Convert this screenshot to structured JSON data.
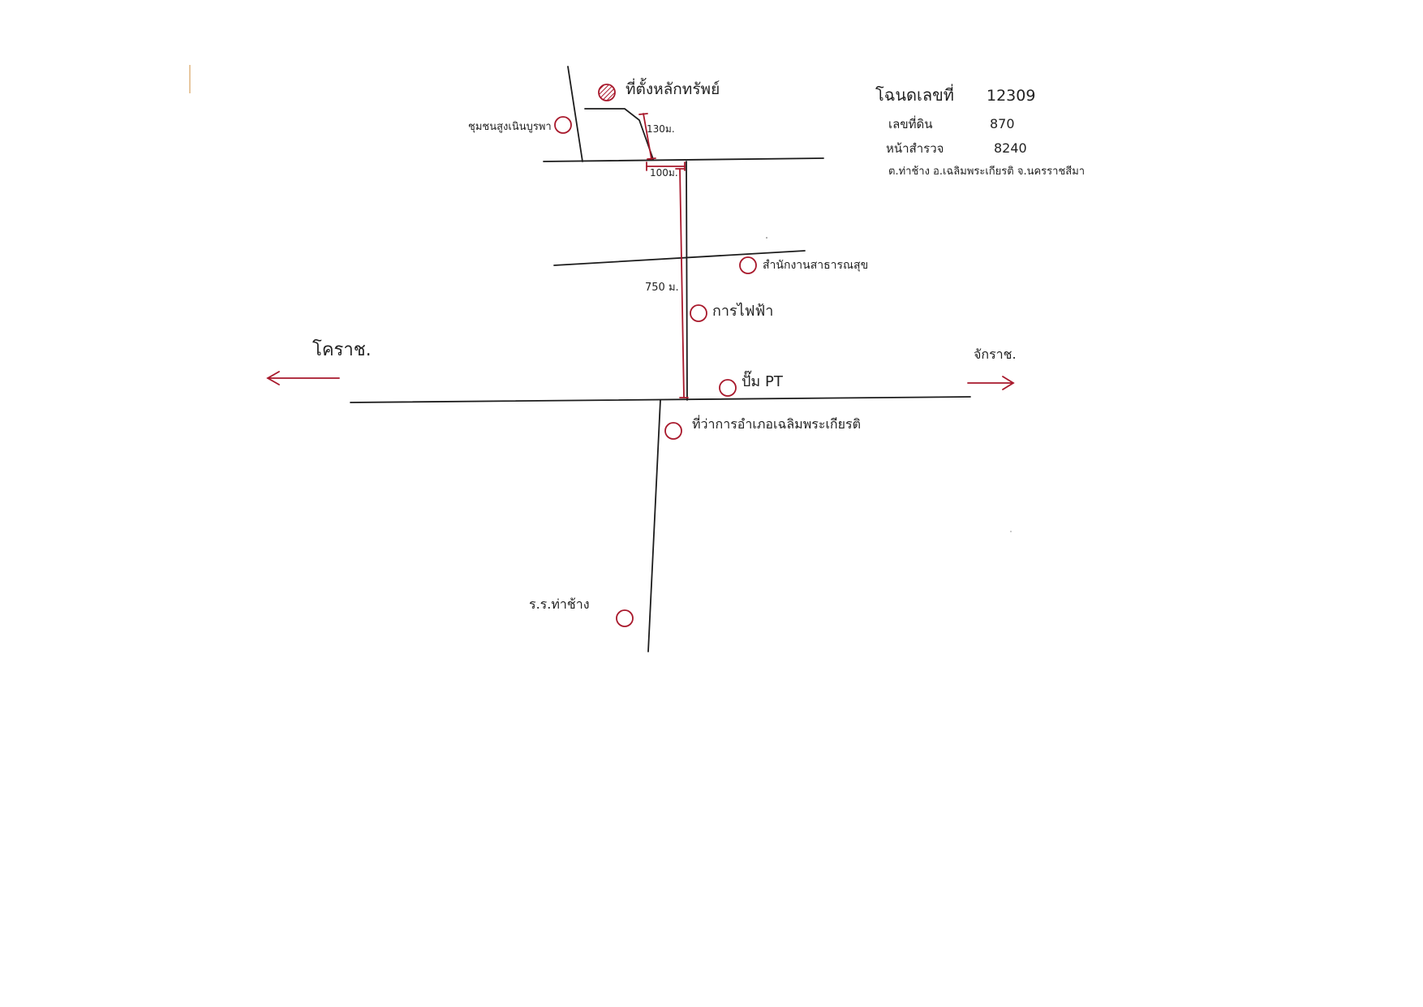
{
  "colors": {
    "marker": "#a8182b",
    "ink": "#1c1c1c",
    "paper": "#ffffff"
  },
  "deed_info": {
    "deed_label": "โฉนดเลขที่",
    "deed_value": "12309",
    "land_no_label": "เลขที่ดิน",
    "land_no_value": "870",
    "survey_label": "หน้าสำรวจ",
    "survey_value": "8240",
    "location": "ต.ท่าช้าง อ.เฉลิมพระเกียรติ จ.นครราชสีมา"
  },
  "property": {
    "label": "ที่ตั้งหลักทรัพย์",
    "icon": "hatched-circle-icon"
  },
  "landmarks": [
    {
      "id": "landmark-community-house",
      "label": "ชุมชนสูงเนินบูรพา",
      "icon": "circle-icon"
    },
    {
      "id": "landmark-public-health",
      "label": "สำนักงานสาธารณสุข",
      "icon": "circle-icon"
    },
    {
      "id": "landmark-electricity",
      "label": "การไฟฟ้า",
      "icon": "circle-icon"
    },
    {
      "id": "landmark-pt-station",
      "label": "ปั๊ม PT",
      "icon": "circle-icon"
    },
    {
      "id": "landmark-district-office",
      "label": "ที่ว่าการอำเภอเฉลิมพระเกียรติ",
      "icon": "circle-icon"
    },
    {
      "id": "landmark-school",
      "label": "ร.ร.ท่าช้าง",
      "icon": "circle-icon"
    }
  ],
  "distances": {
    "d1": "130ม.",
    "d2": "100ม.",
    "d3": "750 ม."
  },
  "directions": {
    "left": "โคราช.",
    "right": "จักราช."
  }
}
